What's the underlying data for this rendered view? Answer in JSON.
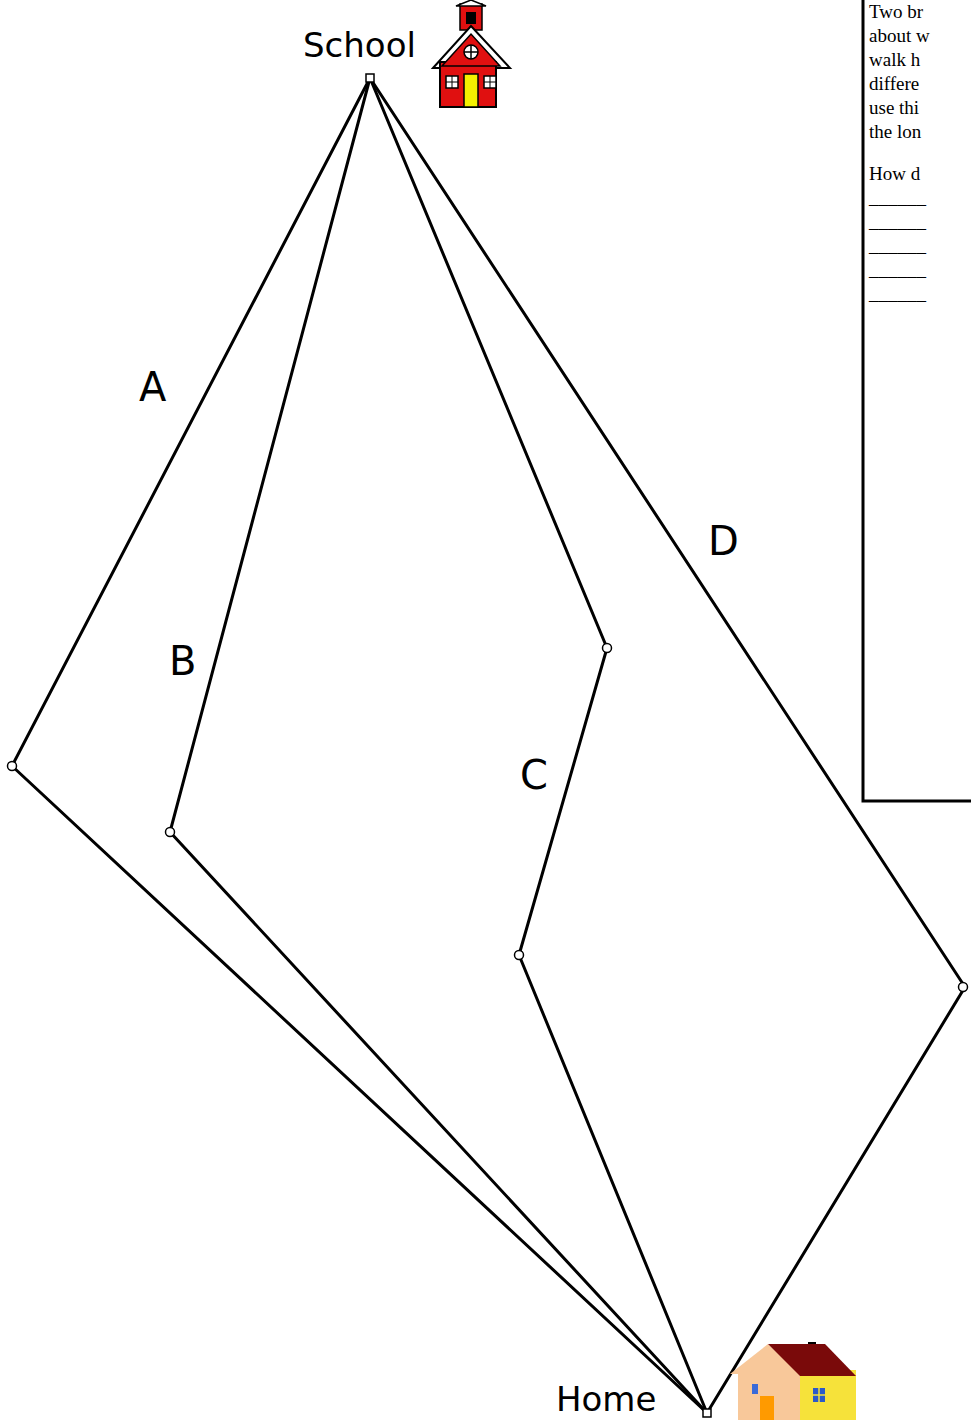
{
  "diagram": {
    "labels": [
      "School",
      "Home",
      "A",
      "B",
      "C",
      "D",
      "Two br",
      "about w",
      "walk h",
      "differe",
      "use thi",
      "the lon",
      "How d",
      "______",
      "______",
      "______",
      "______",
      "______"
    ]
  }
}
